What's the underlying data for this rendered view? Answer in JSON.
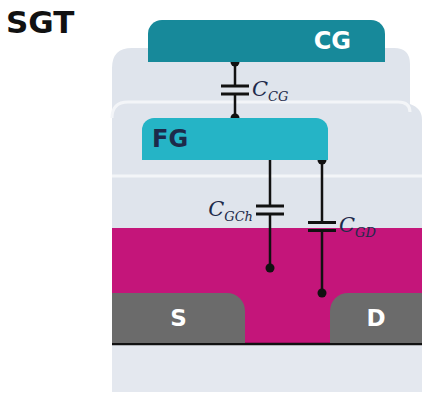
{
  "diagram": {
    "title": "SGT",
    "nodes": [
      {
        "text": [
          "CG"
        ]
      },
      {
        "text": [
          "FG"
        ]
      },
      {
        "text": [
          "S"
        ]
      },
      {
        "text": [
          "D"
        ]
      }
    ],
    "edges": [
      {
        "from": 0,
        "to": 1,
        "label": "CCG",
        "arrow": "none"
      },
      {
        "from": 1,
        "to": 3,
        "label": "CGD",
        "arrow": "none"
      }
    ],
    "labels": [
      "CGCh"
    ]
  }
}
